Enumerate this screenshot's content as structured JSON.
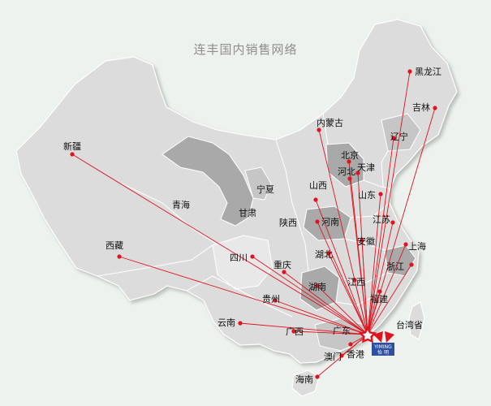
{
  "title": "连丰国内销售网络",
  "colors": {
    "background": "#eef2ee",
    "land_light": "#dcdcdc",
    "land_mid": "#c6c6c6",
    "land_dark": "#a9a9a9",
    "route": "#e0141e",
    "dot": "#e0141e",
    "hub": "#e0141e",
    "logo_blue": "#2d4fa0"
  },
  "hub": {
    "name": "广东",
    "icon": "star-icon"
  },
  "logo": {
    "text": "YIMING",
    "subtext": "怡 明"
  },
  "destinations": [
    "黑龙江",
    "吉林",
    "辽宁",
    "内蒙古",
    "北京",
    "天津",
    "河北",
    "山西",
    "山东",
    "河南",
    "江苏",
    "安徽",
    "上海",
    "浙江",
    "湖北",
    "江西",
    "福建",
    "湖南",
    "重庆",
    "四川",
    "贵州",
    "云南",
    "广西",
    "海南",
    "澳门",
    "香港",
    "新疆",
    "西藏"
  ],
  "labels_only": [
    "青海",
    "甘肃",
    "宁夏",
    "陕西",
    "台湾省",
    "广东"
  ]
}
